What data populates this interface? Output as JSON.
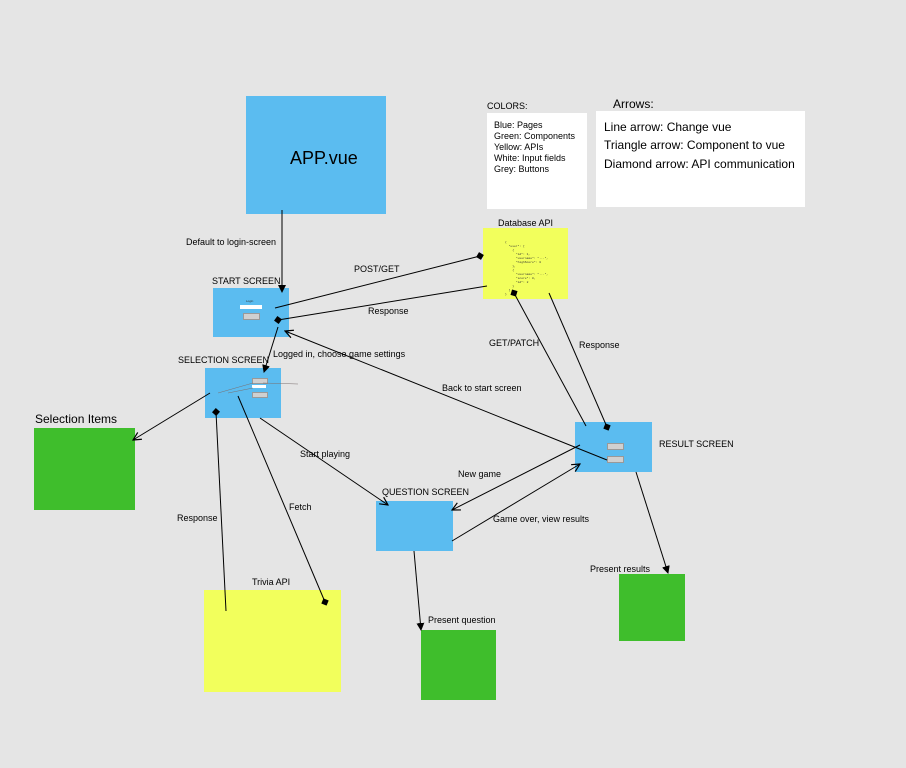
{
  "nodes": {
    "app": "APP.vue",
    "start_screen": "START SCREEN",
    "selection_screen": "SELECTION SCREEN",
    "question_screen": "QUESTION SCREEN",
    "result_screen": "RESULT SCREEN",
    "database_api": "Database API",
    "trivia_api": "Trivia API",
    "selection_items": "Selection Items",
    "present_question": "Present question",
    "present_results": "Present results"
  },
  "edges": {
    "default_login": "Default to login-screen",
    "post_get": "POST/GET",
    "response_db": "Response",
    "logged_in": "Logged in, choose game settings",
    "get_patch": "GET/PATCH",
    "response_result": "Response",
    "back_to_start": "Back to start screen",
    "start_playing": "Start playing",
    "new_game": "New game",
    "game_over": "Game over, view results",
    "response_trivia": "Response",
    "fetch": "Fetch"
  },
  "legend_colors": {
    "title": "COLORS:",
    "items": [
      "Blue: Pages",
      "Green: Components",
      "Yellow: APIs",
      "White: Input fields",
      "Grey: Buttons"
    ]
  },
  "legend_arrows": {
    "title": "Arrows:",
    "items": [
      "Line arrow:  Change vue",
      "Triangle arrow: Component to vue",
      "Diamond arrow: API communication"
    ]
  },
  "colors": {
    "background": "#e5e5e5",
    "page_blue": "#5bbcf0",
    "component_green": "#3fbe2c",
    "api_yellow": "#f2ff5c"
  }
}
